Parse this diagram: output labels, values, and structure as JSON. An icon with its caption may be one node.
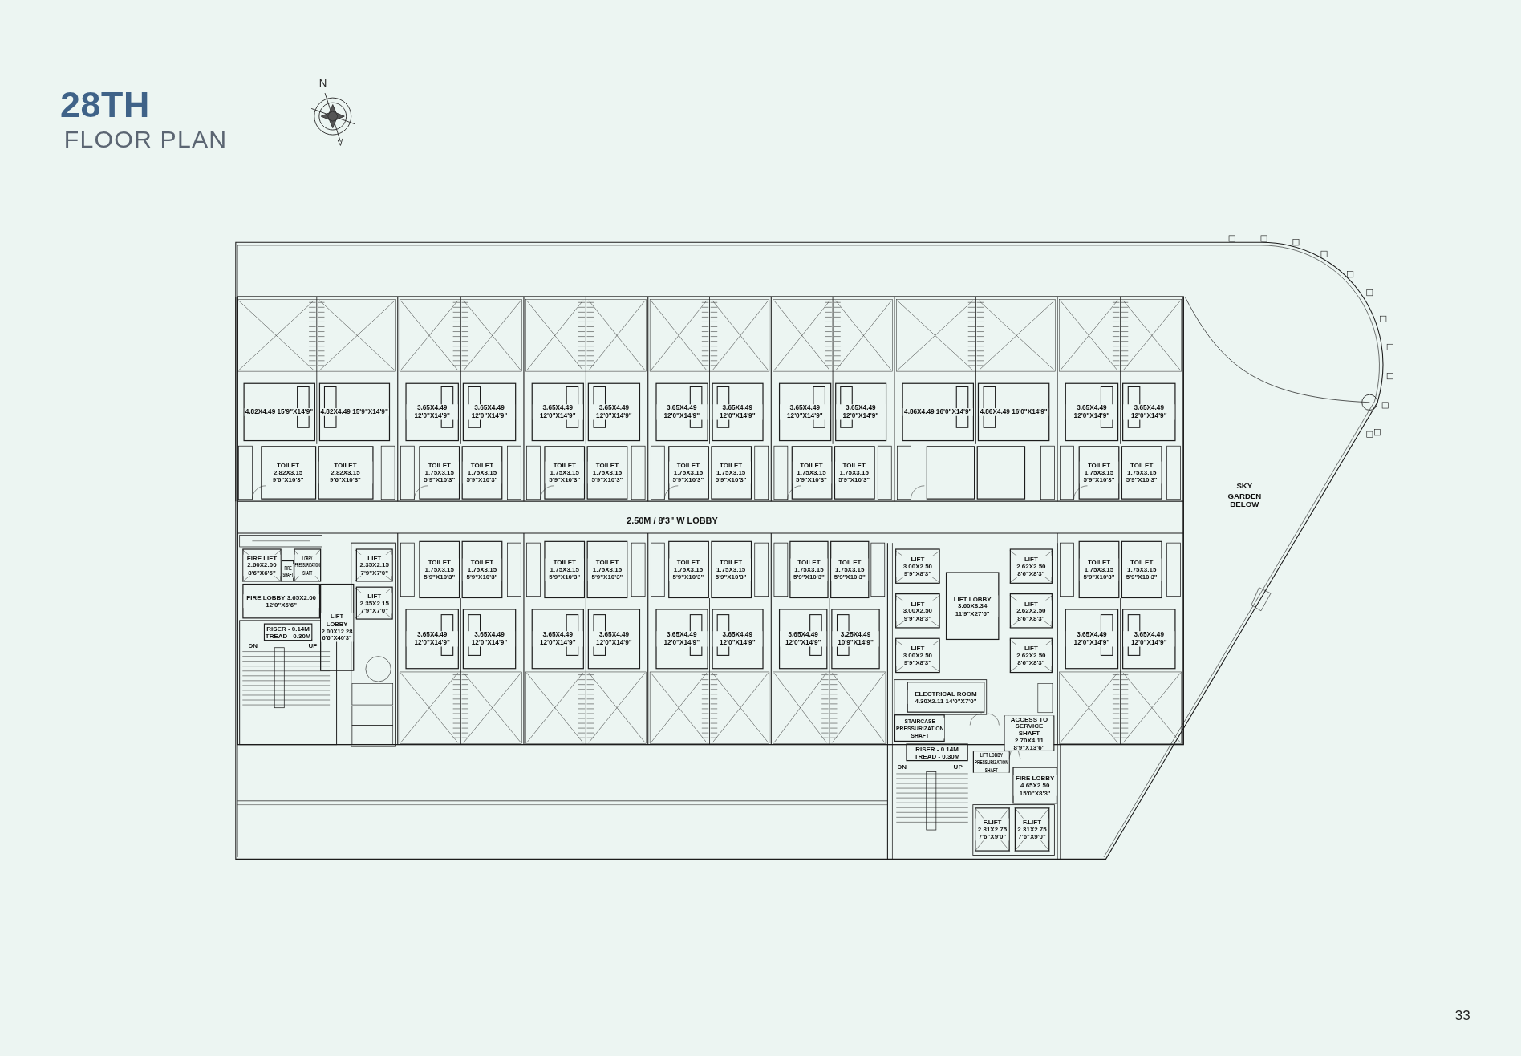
{
  "diagram": {
    "title": "28TH",
    "nodes": [
      {
        "text": [
          "4.82X4.49 15'9\"X14'9\""
        ]
      },
      {
        "text": [
          "4.82X4.49 15'9\"X14'9\""
        ]
      },
      {
        "text": [
          "3.65X4.49 12'0\"X14'9\""
        ]
      },
      {
        "text": [
          "3.65X4.49 12'0\"X14'9\""
        ]
      },
      {
        "text": [
          "3.65X4.49 12'0\"X14'9\""
        ]
      },
      {
        "text": [
          "3.65X4.49 12'0\"X14'9\""
        ]
      },
      {
        "text": [
          "3.65X4.49 12'0\"X14'9\""
        ]
      },
      {
        "text": [
          "3.65X4.49 12'0\"X14'9\""
        ]
      },
      {
        "text": [
          "3.65X4.49 12'0\"X14'9\""
        ]
      },
      {
        "text": [
          "3.65X4.49 12'0\"X14'9\""
        ]
      },
      {
        "text": [
          "4.86X4.49 16'0\"X14'9\""
        ]
      },
      {
        "text": [
          "4.86X4.49 16'0\"X14'9\""
        ]
      },
      {
        "text": [
          "3.65X4.49 12'0\"X14'9\""
        ]
      },
      {
        "text": [
          "3.65X4.49 12'0\"X14'9\""
        ]
      },
      {
        "text": [
          "TOILET 2.82X3.15 9'6\"X10'3\""
        ]
      },
      {
        "text": [
          "TOILET 2.82X3.15 9'6\"X10'3\""
        ]
      },
      {
        "text": [
          "TOILET 1.75X3.15 5'9\"X10'3\""
        ]
      },
      {
        "text": [
          "TOILET 1.75X3.15 5'9\"X10'3\""
        ]
      },
      {
        "text": [
          "TOILET 1.75X3.15 5'9\"X10'3\""
        ]
      },
      {
        "text": [
          "TOILET 1.75X3.15 5'9\"X10'3\""
        ]
      },
      {
        "text": [
          "TOILET 1.75X3.15 5'9\"X10'3\""
        ]
      },
      {
        "text": [
          "TOILET 1.75X3.15 5'9\"X10'3\""
        ]
      },
      {
        "text": [
          "TOILET 1.75X3.15 5'9\"X10'3\""
        ]
      },
      {
        "text": [
          "TOILET 1.75X3.15 5'9\"X10'3\""
        ]
      },
      {
        "text": [],
        "shape": "box"
      },
      {
        "text": [],
        "shape": "box"
      },
      {
        "text": [
          "TOILET 1.75X3.15 5'9\"X10'3\""
        ]
      },
      {
        "text": [
          "TOILET 1.75X3.15 5'9\"X10'3\""
        ]
      },
      {
        "text": [
          "TOILET 1.75X3.15 5'9\"X10'3\""
        ]
      },
      {
        "text": [
          "TOILET 1.75X3.15 5'9\"X10'3\""
        ]
      },
      {
        "text": [
          "TOILET 1.75X3.15 5'9\"X10'3\""
        ]
      },
      {
        "text": [
          "TOILET 1.75X3.15 5'9\"X10'3\""
        ]
      },
      {
        "text": [
          "TOILET 1.75X3.15 5'9\"X10'3\""
        ]
      },
      {
        "text": [
          "TOILET 1.75X3.15 5'9\"X10'3\""
        ]
      },
      {
        "text": [
          "TOILET 1.75X3.15 5'9\"X10'3\""
        ]
      },
      {
        "text": [
          "TOILET 1.75X3.15 5'9\"X10'3\""
        ]
      },
      {
        "text": [
          "TOILET 1.75X3.15 5'9\"X10'3\""
        ]
      },
      {
        "text": [
          "TOILET 1.75X3.15 5'9\"X10'3\""
        ]
      },
      {
        "text": [
          "3.65X4.49 12'0\"X14'9\""
        ]
      },
      {
        "text": [
          "3.65X4.49 12'0\"X14'9\""
        ]
      },
      {
        "text": [
          "3.65X4.49 12'0\"X14'9\""
        ]
      },
      {
        "text": [
          "3.65X4.49 12'0\"X14'9\""
        ]
      },
      {
        "text": [
          "3.65X4.49 12'0\"X14'9\""
        ]
      },
      {
        "text": [
          "3.65X4.49 12'0\"X14'9\""
        ]
      },
      {
        "text": [
          "3.65X4.49 12'0\"X14'9\""
        ]
      },
      {
        "text": [
          "3.25X4.49 10'9\"X14'9\""
        ]
      },
      {
        "text": [
          "3.65X4.49 12'0\"X14'9\""
        ]
      },
      {
        "text": [
          "3.65X4.49 12'0\"X14'9\""
        ]
      },
      {
        "text": [
          "FIRE LIFT 2.60X2.00 8'6\"X6'6\""
        ]
      },
      {
        "text": [
          "LOBBY PRESSURIZATION SHAFT"
        ]
      },
      {
        "text": [
          "FIRE SHAFT"
        ]
      },
      {
        "text": [
          "FIRE LOBBY 3.65X2.00 12'0\"X6'6\""
        ]
      },
      {
        "text": [
          "RISER - 0.14M TREAD - 0.30M"
        ]
      },
      {
        "text": [
          "LIFT 2.35X2.15 7'9\"X7'0\""
        ]
      },
      {
        "text": [
          "LIFT 2.35X2.15 7'9\"X7'0\""
        ]
      },
      {
        "text": [
          "LIFT LOBBY 2.00X12.28 6'6\"X40'3\""
        ]
      },
      {
        "text": [
          "LIFT 3.00X2.50 9'9\"X8'3\""
        ]
      },
      {
        "text": [
          "LIFT 3.00X2.50 9'9\"X8'3\""
        ]
      },
      {
        "text": [
          "LIFT 3.00X2.50 9'9\"X8'3\""
        ]
      },
      {
        "text": [
          "LIFT LOBBY 3.60X8.34 11'9\"X27'6\""
        ]
      },
      {
        "text": [
          "LIFT 2.62X2.50 8'6\"X8'3\""
        ]
      },
      {
        "text": [
          "LIFT 2.62X2.50 8'6\"X8'3\""
        ]
      },
      {
        "text": [
          "LIFT 2.62X2.50 8'6\"X8'3\""
        ]
      },
      {
        "text": [
          "ELECTRICAL ROOM 4.30X2.11 14'0\"X7'0\""
        ]
      },
      {
        "text": [
          "STAIRCASE PRESSURIZATION SHAFT"
        ]
      },
      {
        "text": [
          "RISER - 0.14M TREAD - 0.30M"
        ]
      },
      {
        "text": [
          "ACCESS TO SERVICE SHAFT 2.70X4.11 8'9\"X13'6\""
        ]
      },
      {
        "text": [
          "LIFT LOBBY PRESSURIZATION SHAFT"
        ]
      },
      {
        "text": [
          "FIRE LOBBY 4.65X2.50 15'0\"X8'3\""
        ]
      },
      {
        "text": [
          "F.LIFT 2.31X2.75 7'6\"X9'0\""
        ]
      },
      {
        "text": [
          "F.LIFT 2.31X2.75 7'6\"X9'0\""
        ]
      }
    ],
    "labels": [
      "FLOOR PLAN",
      "N",
      "2.50M / 8'3\" W LOBBY",
      "DN",
      "UP",
      "DN",
      "UP",
      "SKY GARDEN BELOW",
      "33"
    ]
  }
}
